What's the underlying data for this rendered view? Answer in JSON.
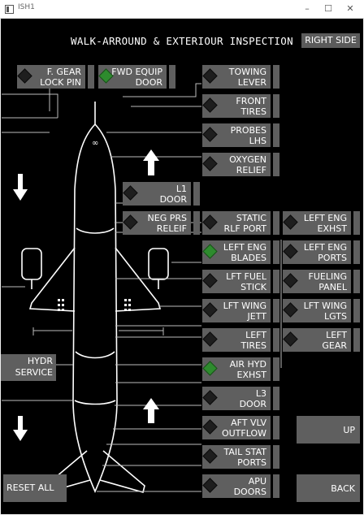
{
  "window": {
    "title": "ISH1"
  },
  "header": {
    "title": "WALK-ARROUND & EXTERIOUR INSPECTION",
    "side": "RIGHT SIDE"
  },
  "buttons": {
    "fgear": {
      "label": "F. GEAR\nLOCK PIN"
    },
    "fwd_equip": {
      "label": "FWD EQUIP\nDOOR"
    },
    "towing": {
      "label": "TOWING\nLEVER"
    },
    "front_tires": {
      "label": "FRONT\nTIRES"
    },
    "probes": {
      "label": "PROBES\nLHS"
    },
    "oxygen": {
      "label": "OXYGEN\nRELIEF"
    },
    "l1": {
      "label": "L1\nDOOR"
    },
    "neg_prs": {
      "label": "NEG PRS\nRELEIF"
    },
    "static": {
      "label": "STATIC\nRLF PORT"
    },
    "left_eng_exhst": {
      "label": "LEFT ENG\nEXHST"
    },
    "left_eng_blades": {
      "label": "LEFT ENG\nBLADES"
    },
    "left_eng_ports": {
      "label": "LEFT ENG\nPORTS"
    },
    "lft_fuel": {
      "label": "LFT FUEL\nSTICK"
    },
    "fueling": {
      "label": "FUELING\nPANEL"
    },
    "lft_wing_jett": {
      "label": "LFT WING\nJETT"
    },
    "lft_wing_lgts": {
      "label": "LFT WING\nLGTS"
    },
    "left_tires": {
      "label": "LEFT\nTIRES"
    },
    "left_gear": {
      "label": "LEFT\nGEAR"
    },
    "hydr": {
      "label": "HYDR\nSERVICE"
    },
    "air_hyd": {
      "label": "AIR HYD\nEXHST"
    },
    "l3": {
      "label": "L3\nDOOR"
    },
    "aft_vlv": {
      "label": "AFT VLV\nOUTFLOW"
    },
    "tail_stat": {
      "label": "TAIL STAT\nPORTS"
    },
    "apu": {
      "label": "APU\nDOORS"
    },
    "up": {
      "label": "UP"
    },
    "back": {
      "label": "BACK"
    },
    "reset": {
      "label": "RESET ALL"
    }
  },
  "colors": {
    "background": "#000000",
    "button": "#5f5f5f",
    "checked": "#2e8b2e",
    "unchecked": "#1e1e1e"
  }
}
